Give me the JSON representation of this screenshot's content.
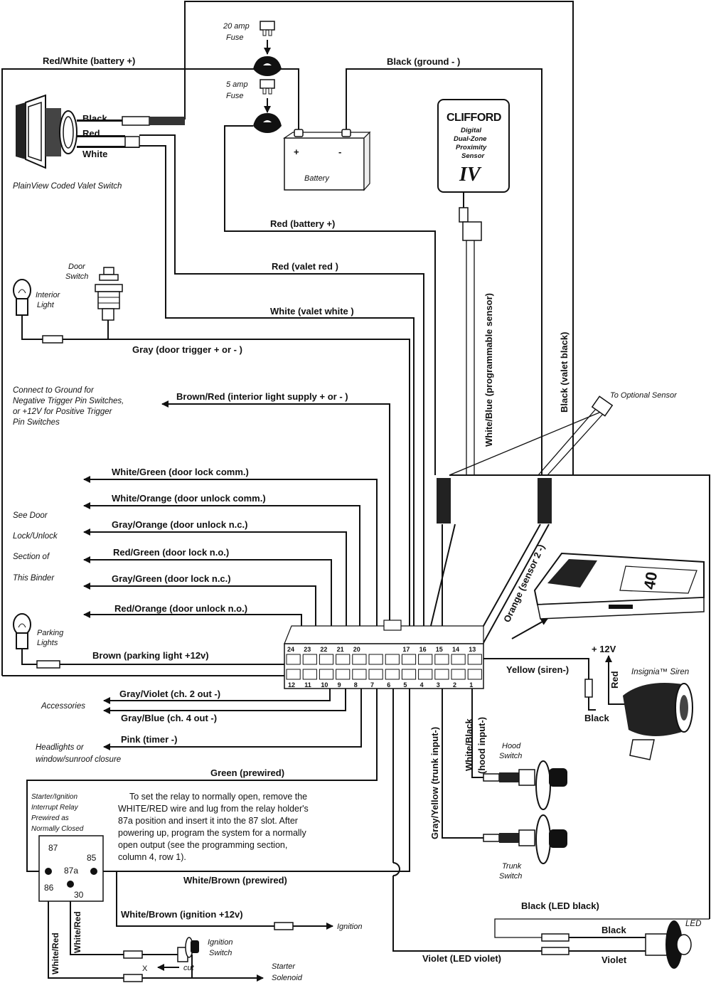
{
  "fuses": {
    "fuse_20": "20 amp",
    "fuse_5": "5 amp",
    "fuse_word": "Fuse"
  },
  "battery": {
    "label": "Battery",
    "plus": "+",
    "minus": "-"
  },
  "valet_switch": {
    "label": "PlainView Coded Valet Switch",
    "wire_black": "Black",
    "wire_red": "Red",
    "wire_white": "White"
  },
  "sensor": {
    "brand": "CLIFFORD",
    "line1": "Digital",
    "line2": "Dual-Zone",
    "line3": "Proximity",
    "line4": "Sensor",
    "model": "IV",
    "optional": "To Optional Sensor"
  },
  "wires_top": {
    "red_white_battery": "Red/White  (battery +)",
    "black_ground": "Black  (ground - )",
    "red_battery": "Red  (battery +)",
    "red_valet": "Red  (valet red )",
    "white_valet": "White  (valet white )",
    "gray_door": "Gray  (door trigger + or - )",
    "brown_red": "Brown/Red  (interior light supply + or - )",
    "white_blue": "White/Blue  (programmable sensor)",
    "black_valet": "Black  (valet black)",
    "orange_sensor2": "Orange  (sensor 2 -)"
  },
  "interior": {
    "interior_light": "Interior",
    "light": "Light",
    "door": "Door",
    "switch": "Switch"
  },
  "ground_note": [
    "Connect to Ground for",
    "Negative Trigger Pin Switches,",
    "or +12V for Positive Trigger",
    "Pin Switches"
  ],
  "door_lock_wires": [
    "White/Green  (door lock comm.)",
    "White/Orange  (door unlock comm.)",
    "Gray/Orange  (door unlock n.c.)",
    "Red/Green  (door lock n.o.)",
    "Gray/Green  (door lock n.c.)",
    "Red/Orange  (door unlock n.o.)"
  ],
  "see_door": [
    "See Door",
    "Lock/Unlock",
    "Section of",
    "This Binder"
  ],
  "parking": {
    "line1": "Parking",
    "line2": "Lights",
    "wire": "Brown  (parking light +12v)"
  },
  "connector": {
    "top_pins": [
      "24",
      "23",
      "22",
      "21",
      "20",
      "",
      "17",
      "16",
      "15",
      "14",
      "13"
    ],
    "bottom_pins": [
      "12",
      "11",
      "10",
      "9",
      "8",
      "7",
      "6",
      "5",
      "4",
      "3",
      "2",
      "1"
    ]
  },
  "siren": {
    "yellow": "Yellow  (siren-)",
    "plus12": "+ 12V",
    "red": "Red",
    "black": "Black",
    "label": "Insignia™ Siren"
  },
  "lower_wires": {
    "gray_violet": "Gray/Violet  (ch. 2 out -)",
    "gray_blue": "Gray/Blue  (ch. 4 out -)",
    "pink": "Pink (timer -)",
    "accessories": "Accessories",
    "headlights1": "Headlights or",
    "headlights2": "window/sunroof closure",
    "green": "Green  (prewired)",
    "white_black": "White/Black",
    "hood_input": "(hood input-)",
    "gray_yellow": "Gray/Yellow  (trunk input-)",
    "hood_switch1": "Hood",
    "hood_switch2": "Switch",
    "trunk_switch1": "Trunk",
    "trunk_switch2": "Switch"
  },
  "relay": {
    "label": [
      "Starter/Ignition",
      "Interrupt Relay",
      "Prewired as",
      "Normally Closed"
    ],
    "p87": "87",
    "p87a": "87a",
    "p85": "85",
    "p86": "86",
    "p30": "30",
    "note": [
      "To set the relay to normally open, remove the",
      "WHITE/RED wire and lug from the relay holder's",
      "87a position and insert it into the 87 slot. After",
      "powering up, program the system for a normally",
      "open output (see the programming section,",
      "column 4, row 1)."
    ]
  },
  "bottom": {
    "white_brown_prewired": "White/Brown  (prewired)",
    "white_brown_ign": "White/Brown  (ignition +12v)",
    "ignition": "Ignition",
    "ignition_switch1": "Ignition",
    "ignition_switch2": "Switch",
    "cut": "cut",
    "x": "X",
    "starter1": "Starter",
    "starter2": "Solenoid",
    "white_red_1": "White/Red",
    "white_red_2": "White/Red",
    "black_led": "Black (LED black)",
    "black": "Black",
    "violet_led": "Violet  (LED violet)",
    "violet": "Violet",
    "led": "LED"
  },
  "module_label": "40"
}
